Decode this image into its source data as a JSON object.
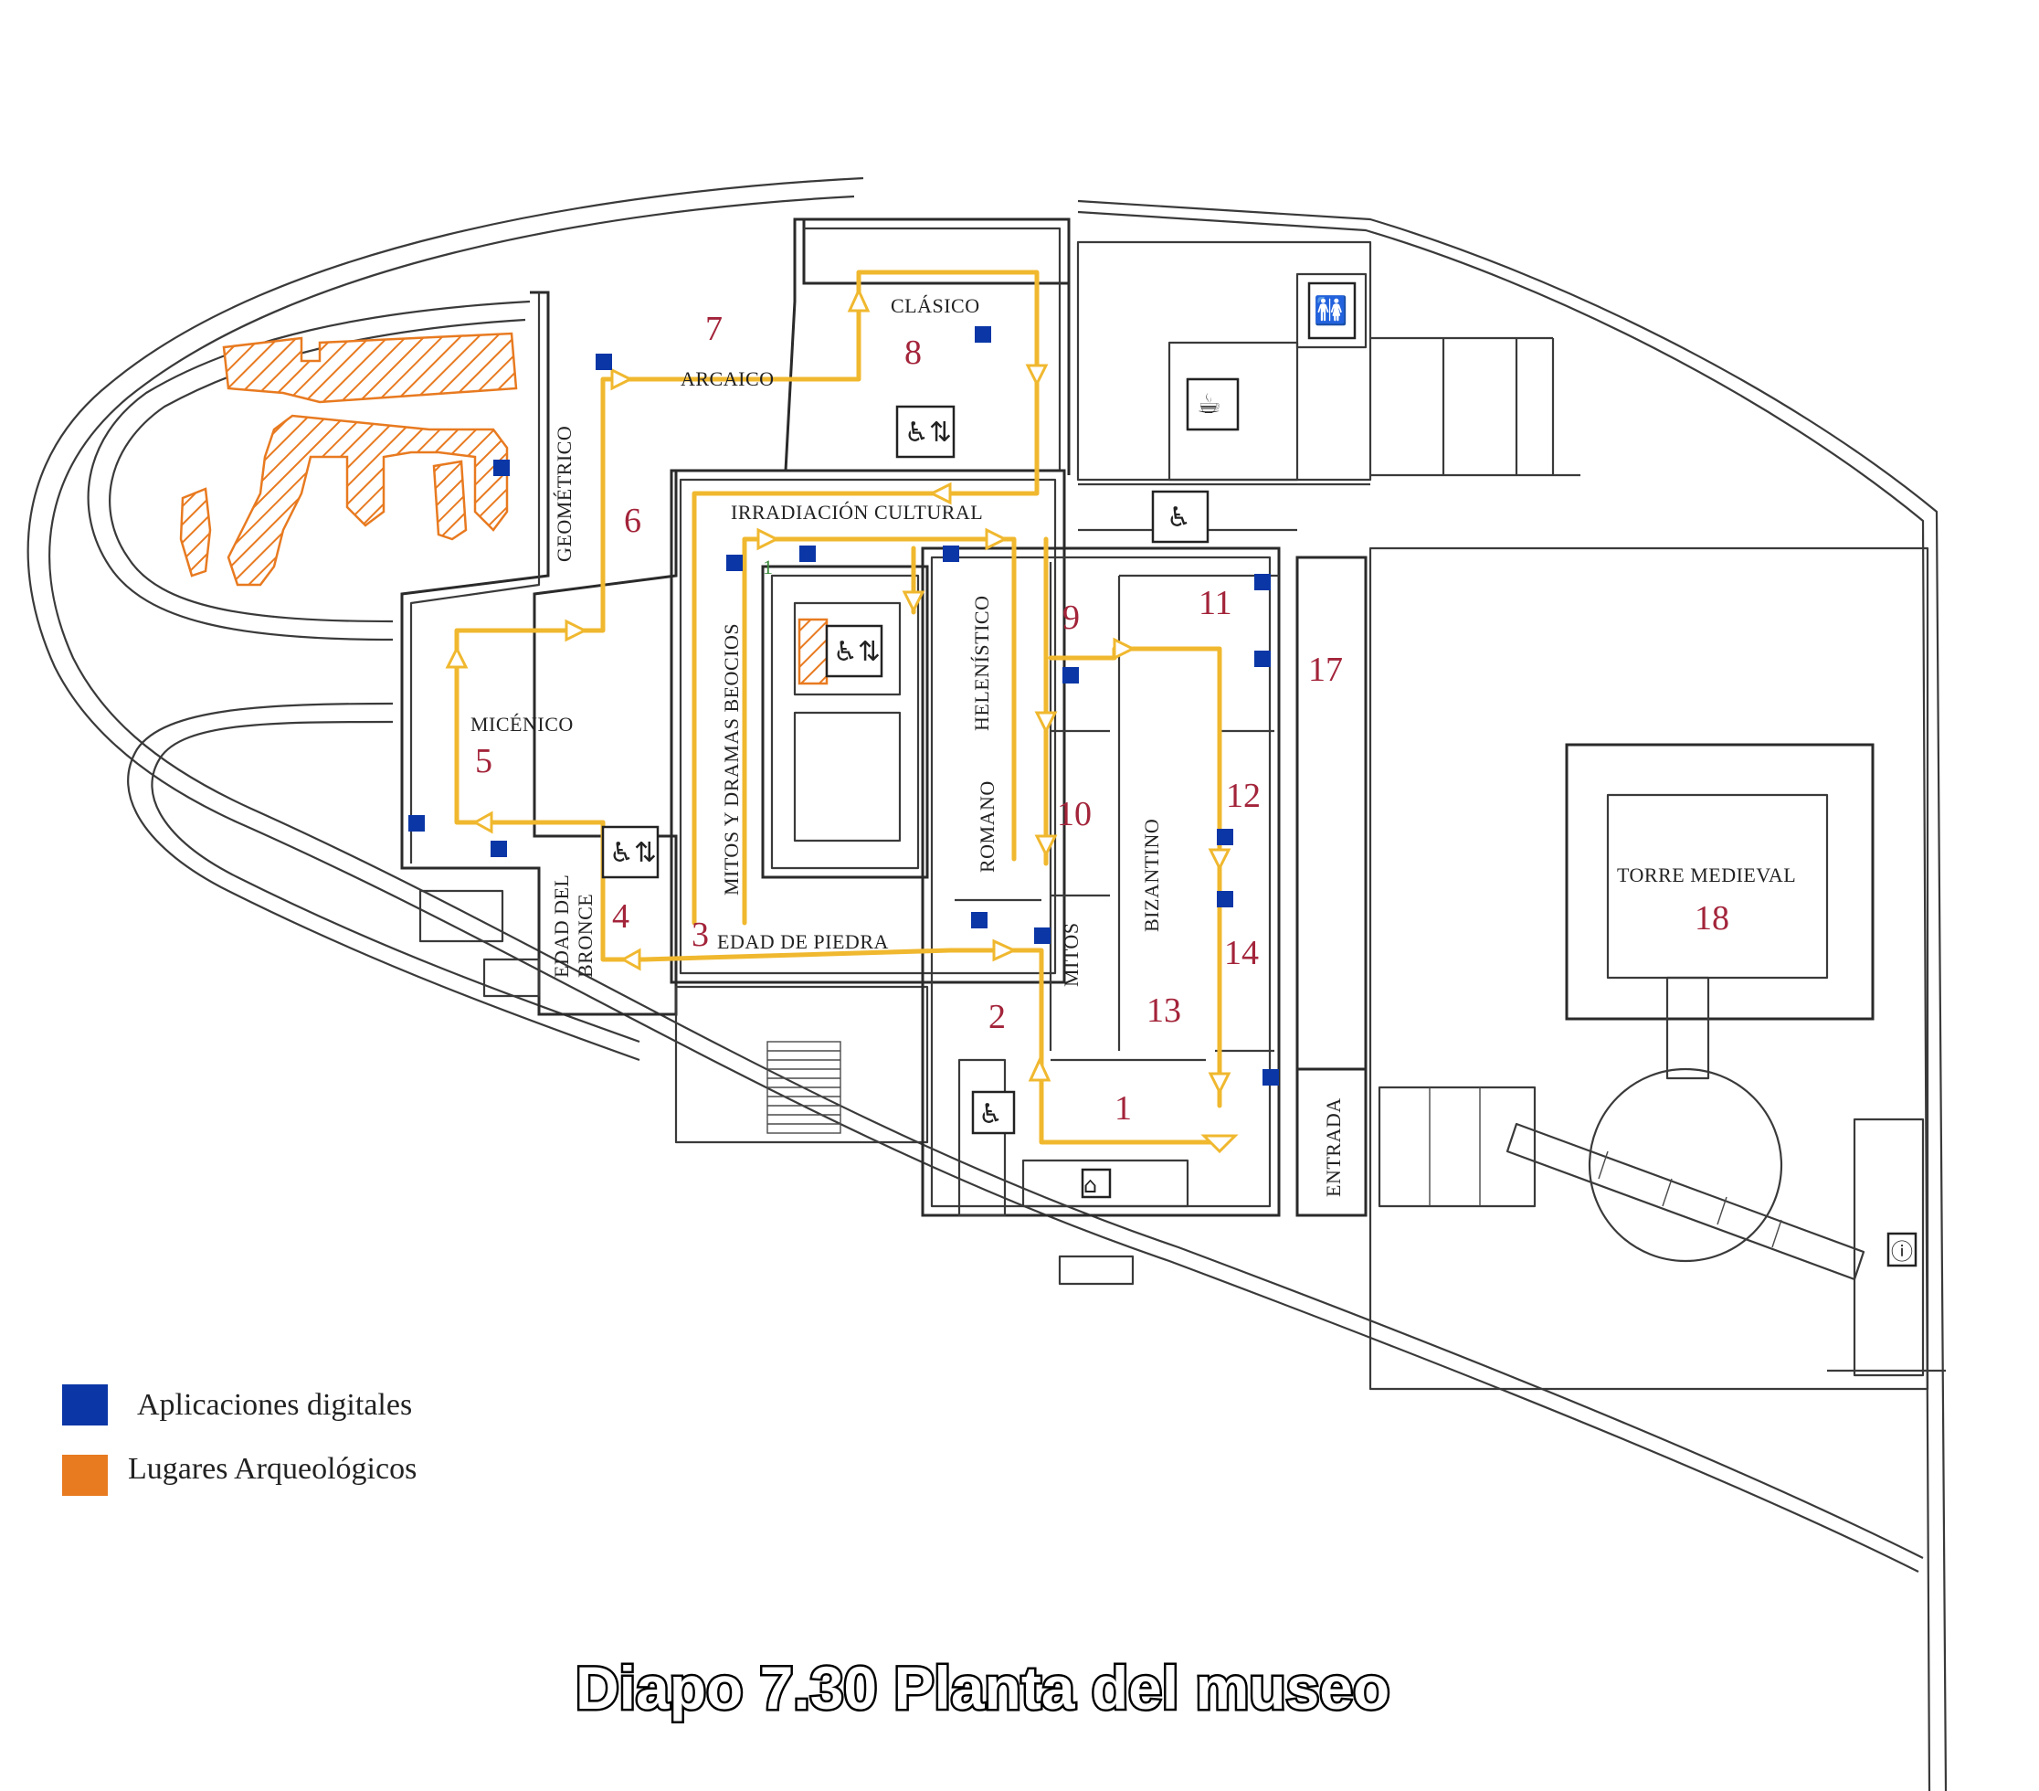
{
  "caption": "Diapo 7.30 Planta del museo",
  "colors": {
    "digital": "#0a36a6",
    "archaeological": "#e87a20",
    "route": "#f0b82f",
    "hall_number": "#a3243a"
  },
  "legend": [
    {
      "label": "Aplicaciones digitales",
      "color": "#0a36a6"
    },
    {
      "label": "Lugares Arqueológicos",
      "color": "#e87a20"
    }
  ],
  "halls": [
    {
      "num": "1",
      "name": ""
    },
    {
      "num": "2",
      "name": "MITOS"
    },
    {
      "num": "3",
      "name": "EDAD DE PIEDRA"
    },
    {
      "num": "4",
      "name": "EDAD DEL BRONCE"
    },
    {
      "num": "5",
      "name": "MICÉNICO"
    },
    {
      "num": "6",
      "name": "GEOMÉTRICO"
    },
    {
      "num": "7",
      "name": "ARCAICO"
    },
    {
      "num": "8",
      "name": "CLÁSICO"
    },
    {
      "num": "9",
      "name": "HELENÍSTICO"
    },
    {
      "num": "10",
      "name": "ROMANO"
    },
    {
      "num": "11",
      "name": ""
    },
    {
      "num": "12",
      "name": ""
    },
    {
      "num": "13",
      "name": "BIZANTINO"
    },
    {
      "num": "14",
      "name": ""
    },
    {
      "num": "17",
      "name": ""
    },
    {
      "num": "18",
      "name": "TORRE MEDIEVAL"
    }
  ],
  "labels": {
    "irradiacion": "IRRADIACIÓN CULTURAL",
    "mitos_dramas": "MITOS Y DRAMAS BEOCIOS",
    "entrada": "ENTRADA",
    "edad_del": "EDAD DEL",
    "bronce": "BRONCE",
    "small_one": "1"
  },
  "icons": {
    "elevator": "elevator-icon",
    "accessibility": "accessibility-icon",
    "toilet": "toilet-icon",
    "shop": "shop-icon",
    "info": "info-icon"
  }
}
